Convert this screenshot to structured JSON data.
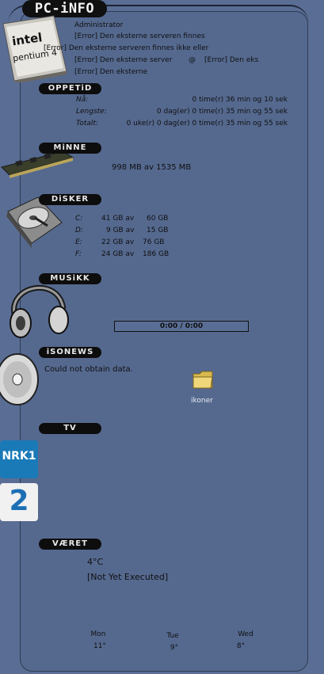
{
  "header": {
    "title": "PC-iNFO"
  },
  "system": {
    "lines": [
      "Administrator",
      "[Error] Den eksterne serveren finnes",
      "[Error] Den eksterne serveren finnes ikke eller",
      "[Error] Den eksterne server",
      "@",
      "[Error] Den eks",
      "[Error] Den eksterne"
    ]
  },
  "uptime": {
    "title": "OPPETiD",
    "rows": [
      {
        "label": "Nå:",
        "value": "0 time(r) 36 min og 10 sek"
      },
      {
        "label": "Lengste:",
        "value": "0 dag(er) 0 time(r) 35 min og 55 sek"
      },
      {
        "label": "Totalt:",
        "value": "0 uke(r) 0 dag(er) 0 time(r) 35 min og 55 sek"
      }
    ]
  },
  "memory": {
    "title": "MiNNE",
    "value": "998 MB av 1535 MB"
  },
  "disks": {
    "title": "DiSKER",
    "rows": [
      {
        "drive": "C:",
        "used": "41 GB av",
        "total": "60 GB"
      },
      {
        "drive": "D:",
        "used": "9 GB av",
        "total": "15 GB"
      },
      {
        "drive": "E:",
        "used": "22 GB av",
        "total": "76 GB"
      },
      {
        "drive": "F:",
        "used": "24 GB av",
        "total": "186 GB"
      }
    ]
  },
  "music": {
    "title": "MUSiKK",
    "time": "0:00 / 0:00"
  },
  "news": {
    "title": "iSONEWS",
    "message": "Could not obtain data."
  },
  "desktop": {
    "folder_label": "ikoner"
  },
  "tv": {
    "title": "TV",
    "channels": [
      "NRK1",
      "2"
    ]
  },
  "weather": {
    "title": "VÆRET",
    "temp": "4°C",
    "status": "[Not Yet Executed]",
    "forecast": [
      {
        "day": "Mon",
        "temp": "11°"
      },
      {
        "day": "Tue",
        "temp": "9°"
      },
      {
        "day": "Wed",
        "temp": "8°"
      }
    ]
  },
  "colors": {
    "background": "#5a6e95",
    "tab": "#0d0d0d",
    "text": "#101010"
  }
}
